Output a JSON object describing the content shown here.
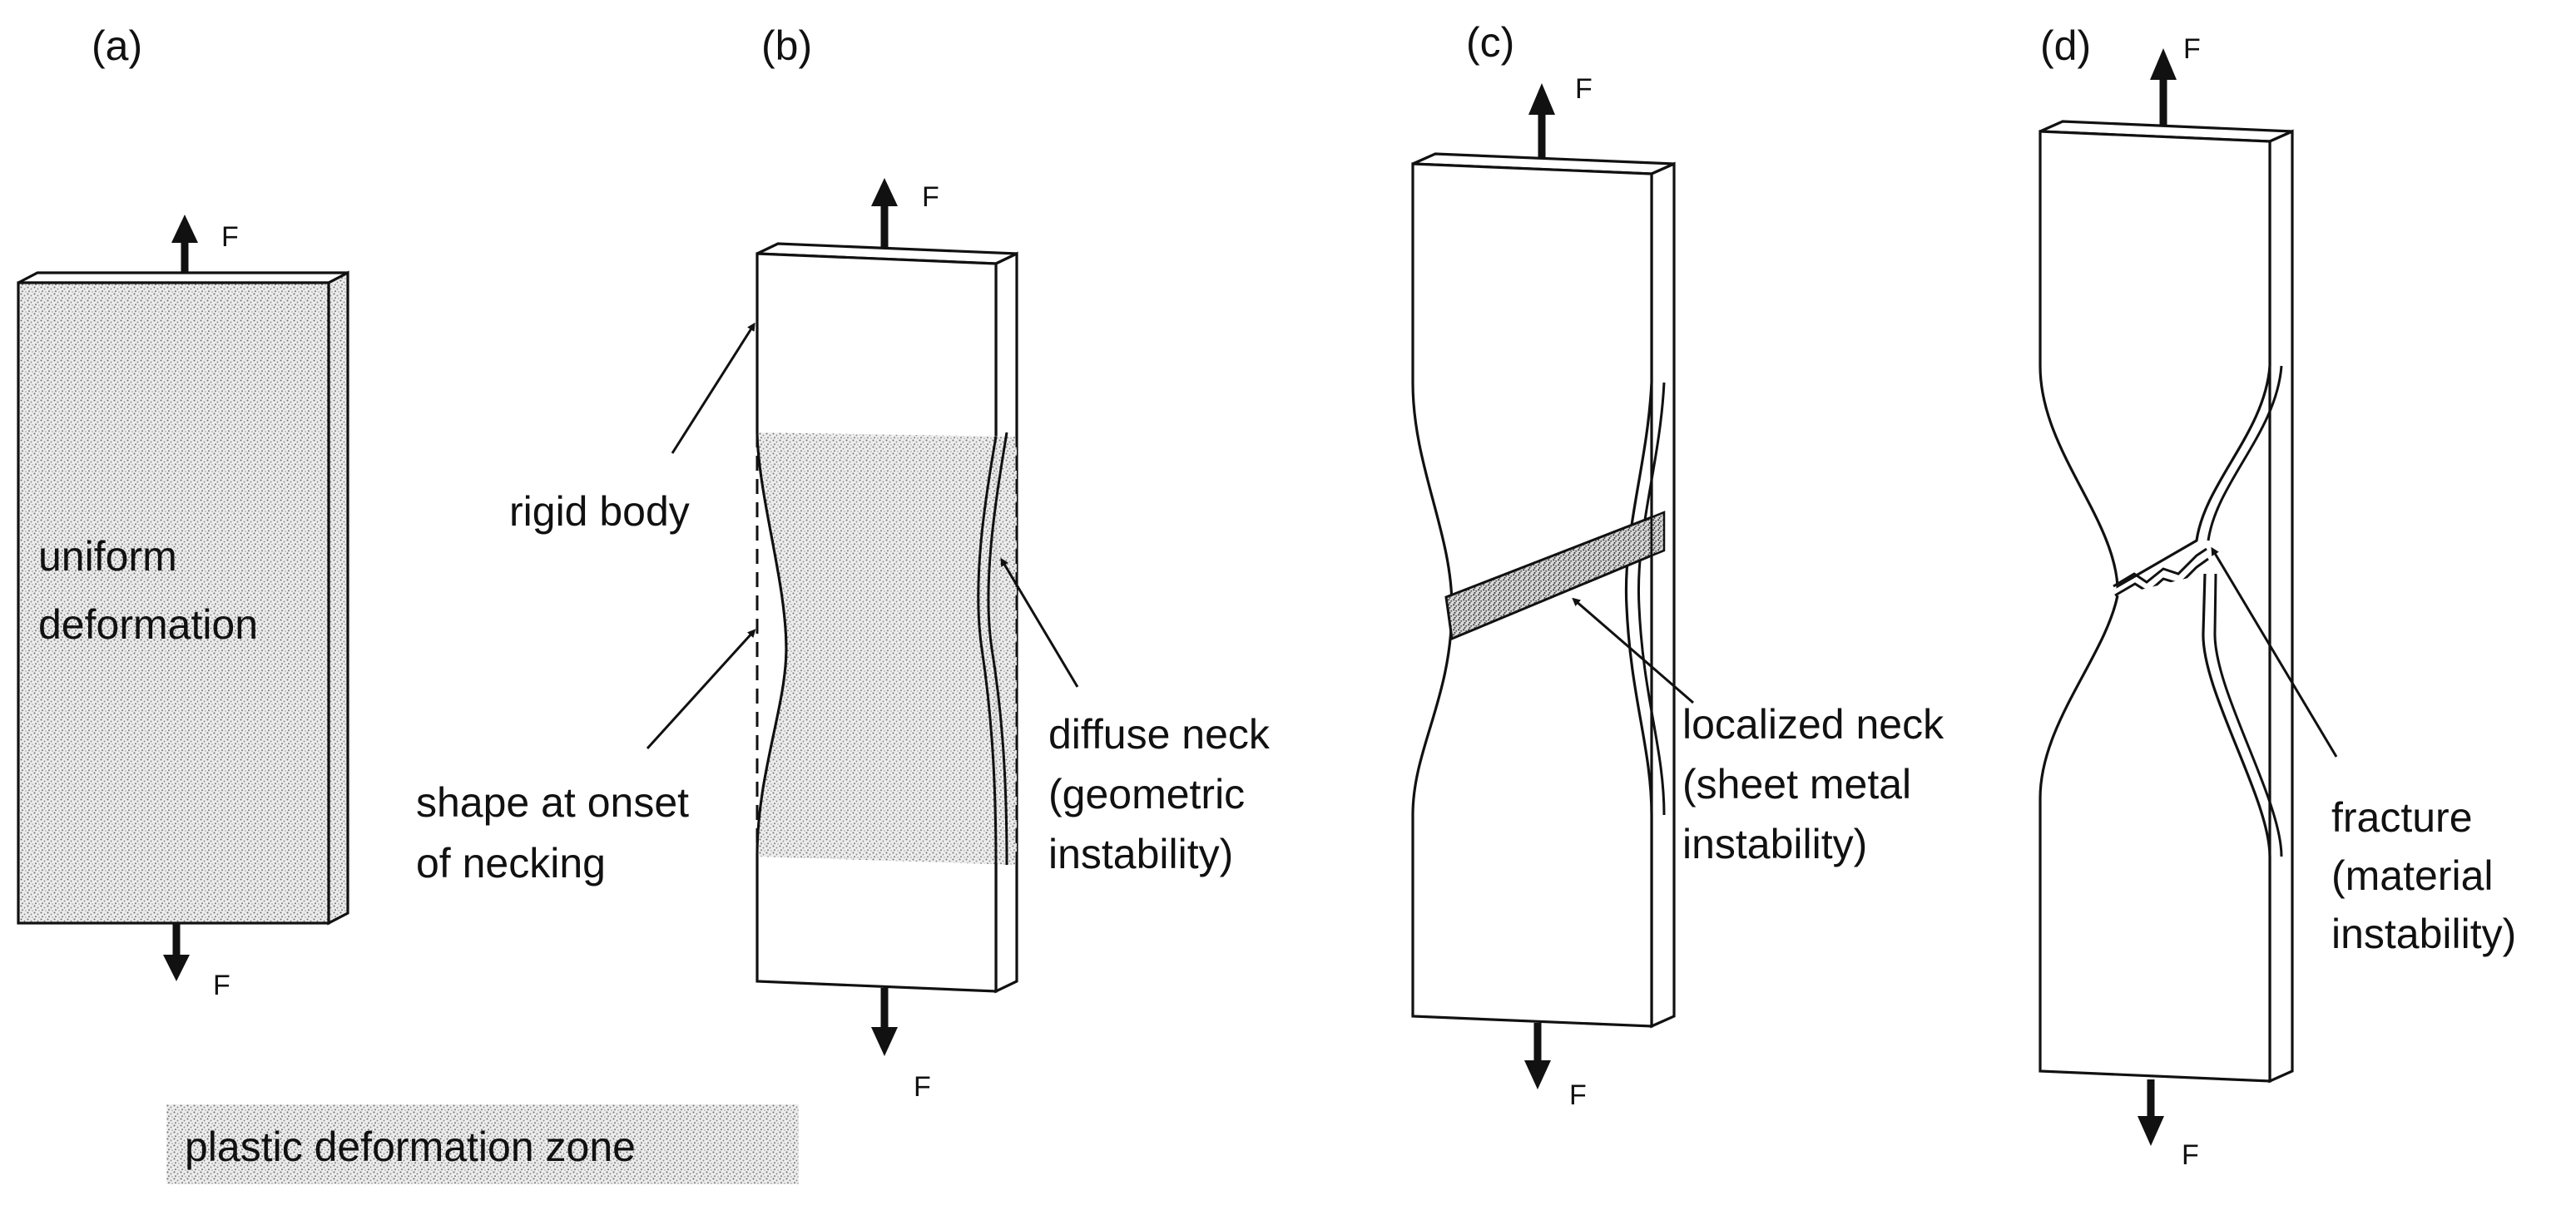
{
  "panels": [
    {
      "id": "a",
      "label": "(a)"
    },
    {
      "id": "b",
      "label": "(b)"
    },
    {
      "id": "c",
      "label": "(c)"
    },
    {
      "id": "d",
      "label": "(d)"
    }
  ],
  "force_symbol": "F",
  "annotations": {
    "a": {
      "line1": "uniform",
      "line2": "deformation"
    },
    "b": {
      "rigid_body": "rigid body",
      "shape_onset_line1": "shape at onset",
      "shape_onset_line2": "of necking",
      "diffuse_neck_line1": "diffuse neck",
      "diffuse_neck_line2": "(geometric",
      "diffuse_neck_line3": "instability)"
    },
    "c": {
      "localized_neck_line1": "localized neck",
      "localized_neck_line2": "(sheet metal",
      "localized_neck_line3": "instability)"
    },
    "d": {
      "fracture_line1": "fracture",
      "fracture_line2": "(material",
      "fracture_line3": "instability)"
    }
  },
  "legend": {
    "label": "plastic deformation zone"
  },
  "colors": {
    "stroke": "#111111",
    "stipple": "#9a9a9a",
    "background": "#ffffff"
  }
}
